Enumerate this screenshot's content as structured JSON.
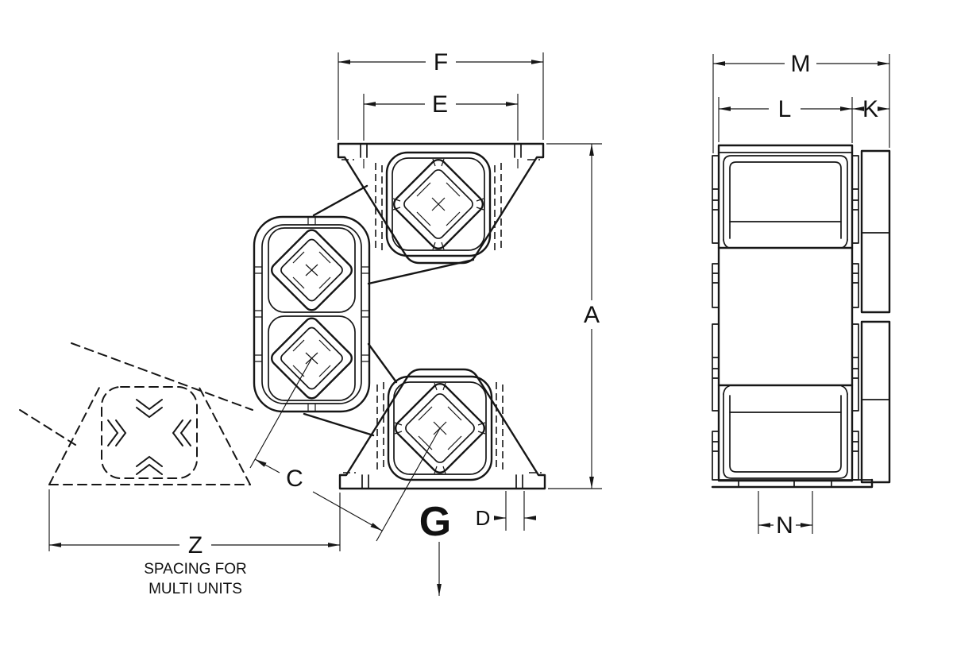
{
  "drawing": {
    "type": "technical-dimension-drawing",
    "background_color": "#ffffff",
    "line_color": "#161616",
    "labels": {
      "f": "F",
      "e": "E",
      "a": "A",
      "c": "C",
      "d": "D",
      "g": "G",
      "z": "Z",
      "m": "M",
      "l": "L",
      "k": "K",
      "n": "N"
    },
    "note": {
      "line1": "SPACING FOR",
      "line2": "MULTI UNITS"
    }
  }
}
